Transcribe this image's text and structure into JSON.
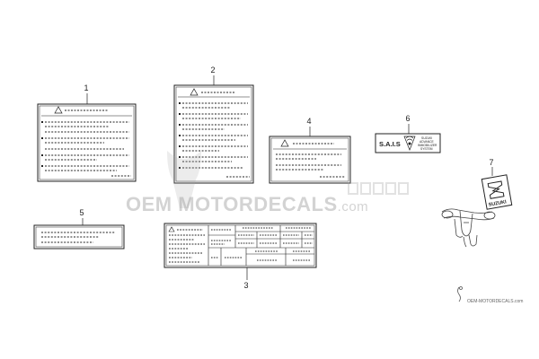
{
  "callouts": [
    "1",
    "2",
    "3",
    "4",
    "5",
    "6",
    "7"
  ],
  "label6": {
    "logo_text": "S.A.I.S",
    "side_text": [
      "SUZUKI",
      "ADVANCE",
      "IMMOBILIZER",
      "SYSTEM"
    ]
  },
  "label7": {
    "brand_text": "SUZUKI"
  },
  "watermark": {
    "main": "OEM MOTORDECALS",
    "suffix": ".com"
  },
  "footer_logo": {
    "text": "OEM-MOTORDECALS.com"
  }
}
